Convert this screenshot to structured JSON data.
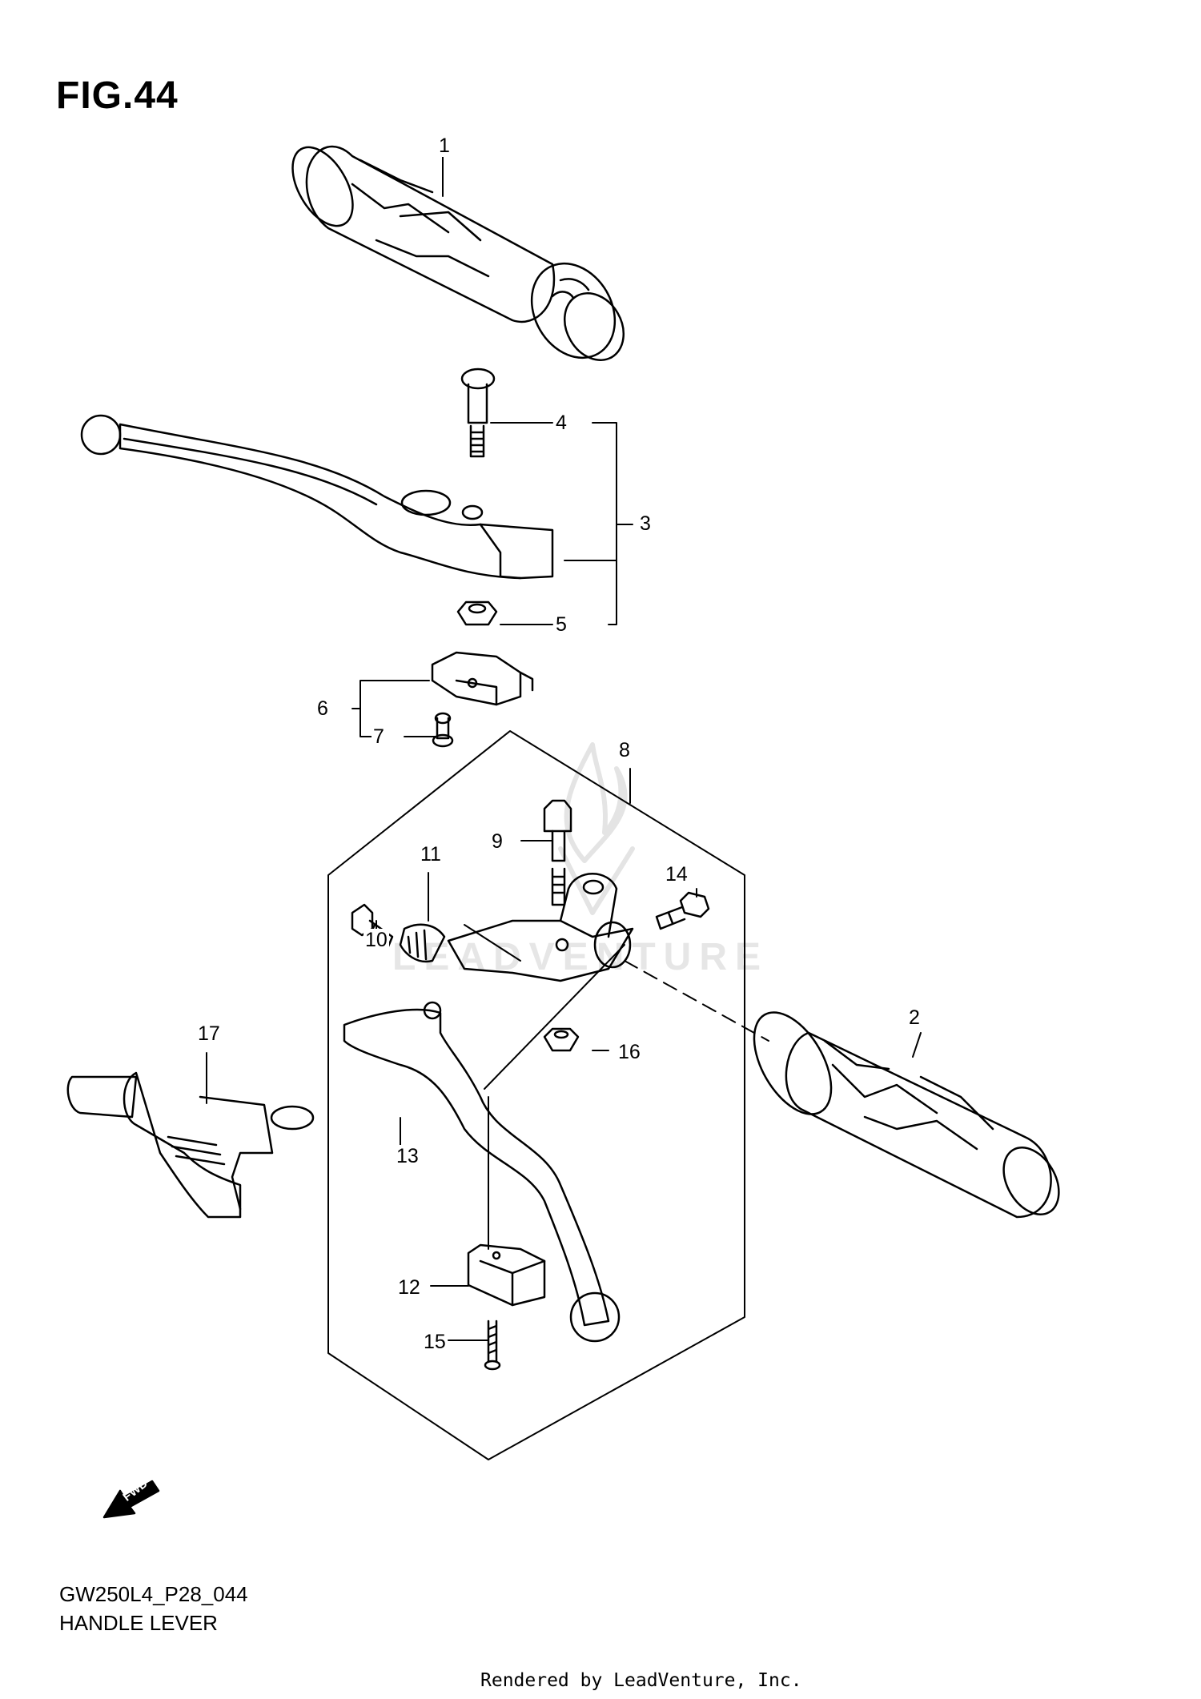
{
  "figure": {
    "title": "FIG.44",
    "model_code": "GW250L4_P28_044",
    "section_name": "HANDLE LEVER",
    "credit": "Rendered by LeadVenture, Inc.",
    "watermark": "LEADVENTURE",
    "fwd_label": "FWD"
  },
  "callouts": [
    {
      "id": "1",
      "label": "1"
    },
    {
      "id": "2",
      "label": "2"
    },
    {
      "id": "3",
      "label": "3"
    },
    {
      "id": "4",
      "label": "4"
    },
    {
      "id": "5",
      "label": "5"
    },
    {
      "id": "6",
      "label": "6"
    },
    {
      "id": "7",
      "label": "7"
    },
    {
      "id": "8",
      "label": "8"
    },
    {
      "id": "9",
      "label": "9"
    },
    {
      "id": "10",
      "label": "10"
    },
    {
      "id": "11",
      "label": "11"
    },
    {
      "id": "12",
      "label": "12"
    },
    {
      "id": "13",
      "label": "13"
    },
    {
      "id": "14",
      "label": "14"
    },
    {
      "id": "15",
      "label": "15"
    },
    {
      "id": "16",
      "label": "16"
    },
    {
      "id": "17",
      "label": "17"
    }
  ]
}
